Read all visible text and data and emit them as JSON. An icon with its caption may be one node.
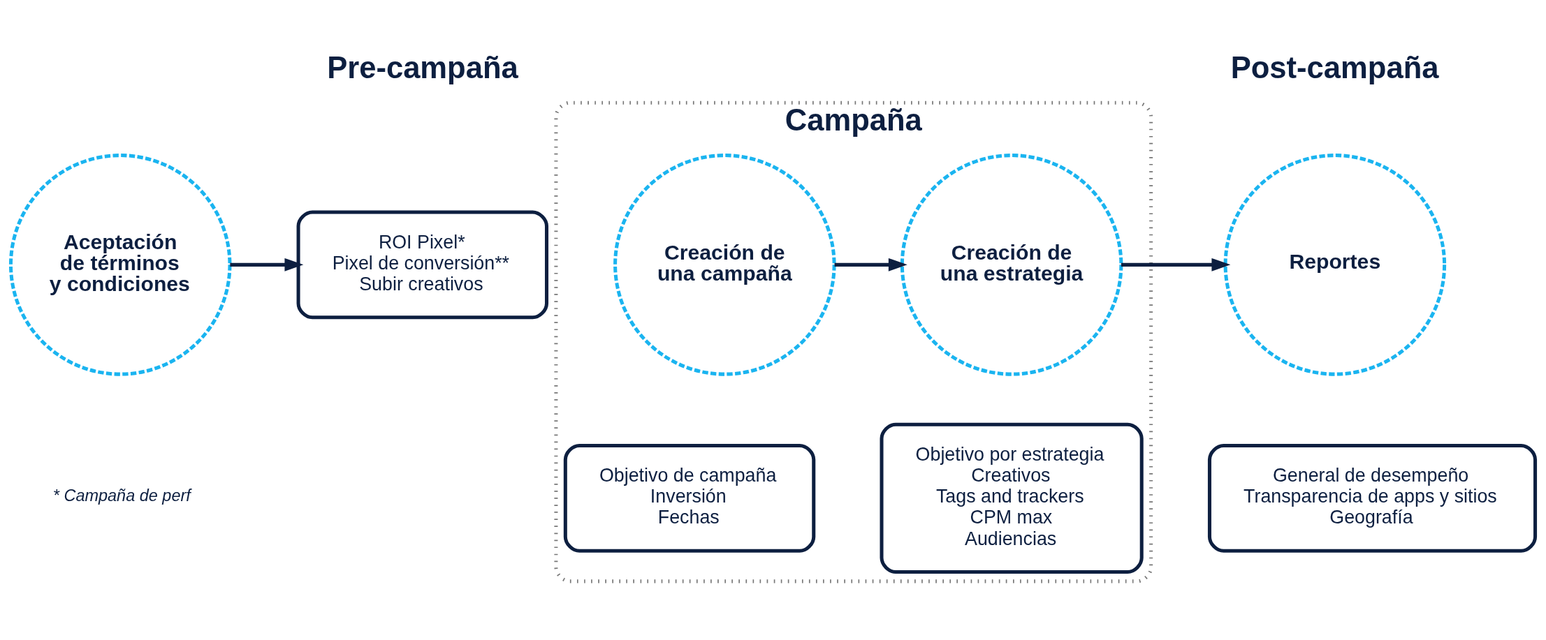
{
  "diagram": {
    "nodes": [
      {
        "text": [
          "Aceptación de términos y condiciones"
        ]
      },
      {
        "text": [
          "ROI Pixel*",
          "Pixel de conversión**",
          "Subir creativos"
        ]
      },
      {
        "text": [
          "Campaña"
        ]
      },
      {
        "text": [
          "Creación de una campaña"
        ],
        "in": 2
      },
      {
        "text": [
          "Objetivo de campaña",
          "Inversión",
          "Fechas"
        ],
        "in": 2
      },
      {
        "text": [
          "Creación de una estrategia"
        ],
        "in": 2
      },
      {
        "text": [
          "Objetivo por estrategia",
          "Creativos",
          "Tags and trackers",
          "CPM max",
          "Audiencias"
        ],
        "in": 2
      },
      {
        "text": [
          "Reportes"
        ]
      },
      {
        "text": [
          "General de desempeño",
          "Transparencia de apps y sitios",
          "Geografía"
        ]
      }
    ],
    "edges": [
      {
        "from": 0,
        "to": 1,
        "arrow": "to"
      },
      {
        "from": 3,
        "to": 5,
        "arrow": "to"
      },
      {
        "from": 5,
        "to": 7,
        "arrow": "to"
      }
    ],
    "labels": [
      "Pre-campaña",
      "Post-campaña",
      "* Campaña de perf"
    ]
  }
}
